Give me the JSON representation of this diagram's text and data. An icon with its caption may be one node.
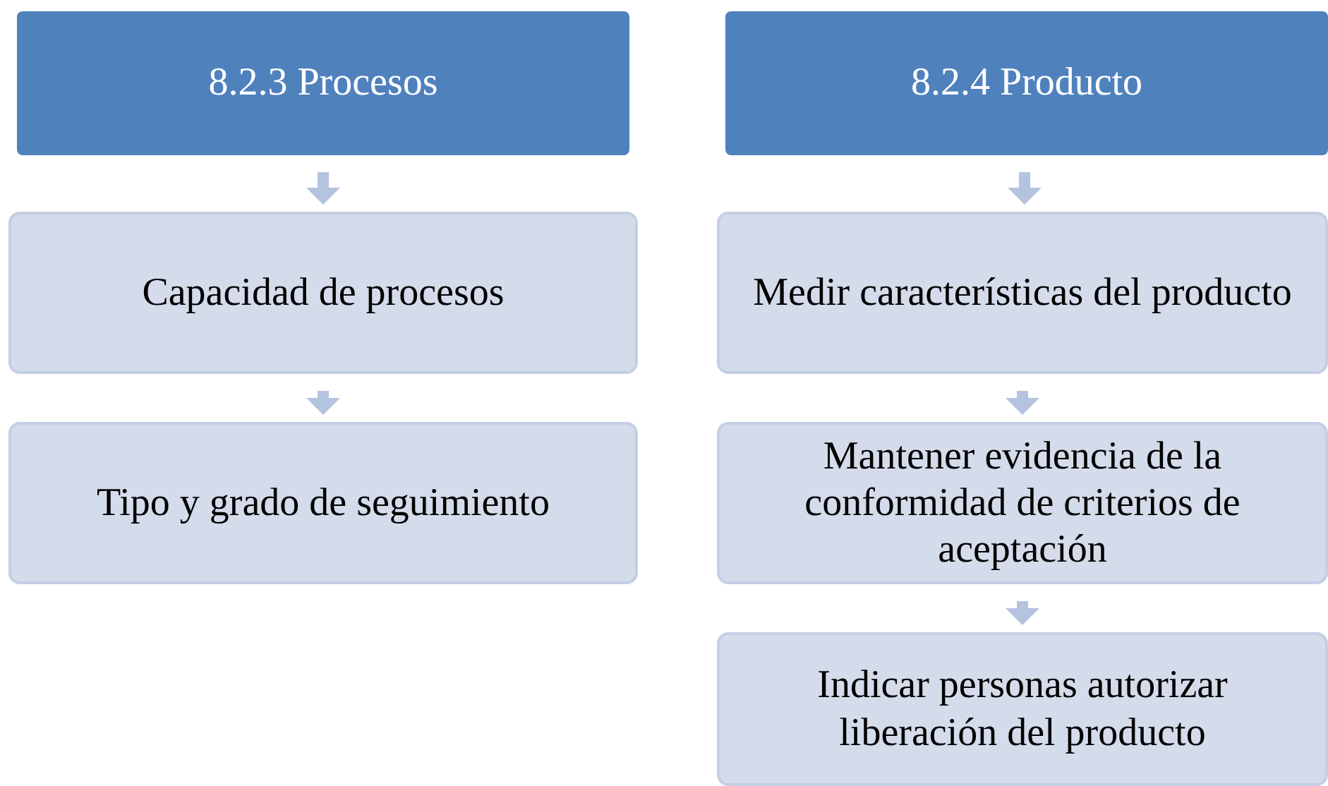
{
  "diagram": {
    "nodes": [
      {
        "text": [
          "8.2.3 Procesos"
        ]
      },
      {
        "text": [
          "Capacidad de procesos"
        ]
      },
      {
        "text": [
          "Tipo y grado de seguimiento"
        ]
      },
      {
        "text": [
          "8.2.4 Producto"
        ]
      },
      {
        "text": [
          "Medir características del producto"
        ]
      },
      {
        "text": [
          "Mantener evidencia de la conformidad de criterios de aceptación"
        ]
      },
      {
        "text": [
          "Indicar personas autorizar liberación del producto"
        ]
      }
    ],
    "edges": [
      {
        "from": 0,
        "to": 1,
        "arrow": "to"
      },
      {
        "from": 1,
        "to": 2,
        "arrow": "to"
      },
      {
        "from": 3,
        "to": 4,
        "arrow": "to"
      },
      {
        "from": 4,
        "to": 5,
        "arrow": "to"
      },
      {
        "from": 5,
        "to": 6,
        "arrow": "to"
      }
    ]
  }
}
